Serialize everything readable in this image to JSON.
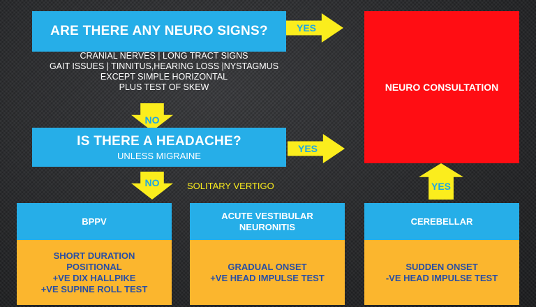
{
  "question1": {
    "title": "ARE THERE ANY NEURO SIGNS?",
    "details": [
      "CRANIAL NERVES  |  LONG TRACT SIGNS",
      "GAIT ISSUES  |  TINNITUS,HEARING LOSS  |NYSTAGMUS",
      "EXCEPT SIMPLE HORIZONTAL",
      "PLUS TEST OF SKEW"
    ]
  },
  "question2": {
    "title": "IS THERE A HEADACHE?",
    "subtitle": "UNLESS MIGRAINE"
  },
  "arrows": {
    "yes_top": "YES",
    "yes_middle": "YES",
    "yes_up": "YES",
    "no_top": "NO",
    "no_bottom": "NO"
  },
  "solitary_label": "SOLITARY VERTIGO",
  "neuro_box": "NEURO CONSULTATION",
  "panels": [
    {
      "title": "BPPV",
      "lines": [
        "SHORT DURATION",
        "POSITIONAL",
        "+VE DIX HALLPIKE",
        "+VE SUPINE ROLL TEST"
      ]
    },
    {
      "title_lines": [
        "ACUTE VESTIBULAR",
        "NEURONITIS"
      ],
      "lines": [
        "GRADUAL ONSET",
        "+VE HEAD IMPULSE TEST"
      ]
    },
    {
      "title": "CEREBELLAR",
      "lines": [
        "SUDDEN ONSET",
        "-VE HEAD IMPULSE TEST"
      ]
    }
  ],
  "colors": {
    "box_blue": "#26aee8",
    "arrow_yellow": "#fbed1d",
    "neuro_red": "#ff0d13",
    "panel_orange": "#fbb62e",
    "panel_text_blue": "#2a4fa3"
  }
}
